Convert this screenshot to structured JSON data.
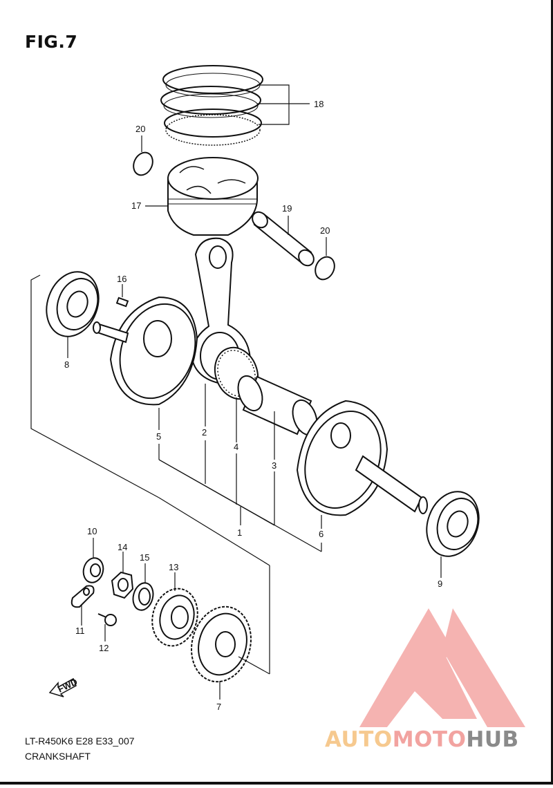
{
  "figure": {
    "title": "FIG.7"
  },
  "footer": {
    "model_code": "LT-R450K6 E28 E33_007",
    "section_name": "CRANKSHAFT"
  },
  "callouts": [
    {
      "id": "c1",
      "label": "1"
    },
    {
      "id": "c2",
      "label": "2"
    },
    {
      "id": "c3",
      "label": "3"
    },
    {
      "id": "c4",
      "label": "4"
    },
    {
      "id": "c5",
      "label": "5"
    },
    {
      "id": "c6",
      "label": "6"
    },
    {
      "id": "c7",
      "label": "7"
    },
    {
      "id": "c8",
      "label": "8"
    },
    {
      "id": "c9",
      "label": "9"
    },
    {
      "id": "c10",
      "label": "10"
    },
    {
      "id": "c11",
      "label": "11"
    },
    {
      "id": "c12",
      "label": "12"
    },
    {
      "id": "c13",
      "label": "13"
    },
    {
      "id": "c14",
      "label": "14"
    },
    {
      "id": "c15",
      "label": "15"
    },
    {
      "id": "c16",
      "label": "16"
    },
    {
      "id": "c17",
      "label": "17"
    },
    {
      "id": "c18",
      "label": "18"
    },
    {
      "id": "c19",
      "label": "19"
    },
    {
      "id": "c20a",
      "label": "20"
    },
    {
      "id": "c20b",
      "label": "20"
    }
  ],
  "fwd_arrow": {
    "label": "FWD",
    "icon": "fwd-arrow-icon"
  },
  "watermark": {
    "part1": "AUTO",
    "part2": "MOTO",
    "part3": "HUB",
    "color_orange": "#f6c98f",
    "color_red": "#f2a3a0",
    "color_gray": "#8a8a8a"
  }
}
